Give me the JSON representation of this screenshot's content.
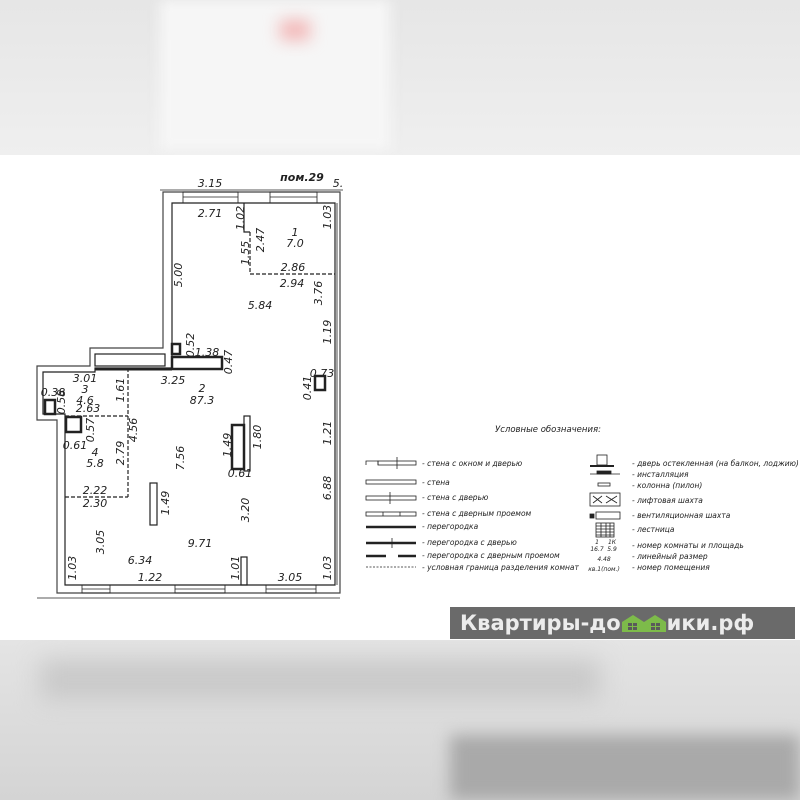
{
  "plan": {
    "unit_label": "пом.29",
    "unit_label_color": "#d42020",
    "rooms": [
      {
        "number": "1",
        "area": "7.0"
      },
      {
        "number": "2",
        "area": "87.3"
      },
      {
        "number": "3",
        "area": "4.6"
      },
      {
        "number": "4",
        "area": "5.8"
      }
    ],
    "dimensions": {
      "top_315": "3.15",
      "top_cut": "5.",
      "d271": "2.71",
      "d102": "1.02",
      "d103a": "1.03",
      "d247": "2.47",
      "d155": "1.55",
      "d286": "2.86",
      "d294": "2.94",
      "d500": "5.00",
      "d584": "5.84",
      "d376": "3.76",
      "d119": "1.19",
      "d052": "0.52",
      "d138": "1.38",
      "d047": "0.47",
      "d325": "3.25",
      "d301": "3.01",
      "d161": "1.61",
      "d073": "0.73",
      "d041": "0.41",
      "d038": "0.38",
      "d058": "0.58",
      "d263": "2.63",
      "d057": "0.57",
      "d456": "4.56",
      "d061a": "0.61",
      "d149a": "1.49",
      "d180": "1.80",
      "d121": "1.21",
      "d279": "2.79",
      "d756": "7.56",
      "d061b": "0.61",
      "d688": "6.88",
      "d222": "2.22",
      "d230": "2.30",
      "d149b": "1.49",
      "d320": "3.20",
      "d305a": "3.05",
      "d971": "9.71",
      "d634": "6.34",
      "d103b": "1.03",
      "d122": "1.22",
      "d101": "1.01",
      "d305b": "3.05",
      "d103c": "1.03"
    }
  },
  "legend": {
    "title": "Условные обозначения:",
    "left": [
      "- стена с окном и дверью",
      "- стена",
      "- стена с дверью",
      "- стена с дверным проемом",
      "- перегородка",
      "- перегородка с дверью",
      "- перегородка с дверным проемом",
      "- условная граница разделения комнат"
    ],
    "right": [
      "- дверь остекленная (на балкон, лоджию)",
      "- инсталляция",
      "- колонна (пилон)",
      "- лифтовая шахта",
      "- вентиляционная шахта",
      "- лестница",
      "- номер комнаты и площадь",
      "- линейный размер",
      "- номер помещения"
    ],
    "sample_room_num": "1",
    "sample_room_area": "16.7",
    "sample_room_num2": "1К",
    "sample_room_area2": "5.9",
    "sample_dimension": "4.48",
    "sample_unit": "кв.1(пом.)",
    "sample_unit_color": "#d42020"
  },
  "watermark": {
    "text_before": "Квартиры-до",
    "text_after": "ики.рф",
    "icon": "houses-icon",
    "icon_color": "#7dbb4a"
  }
}
